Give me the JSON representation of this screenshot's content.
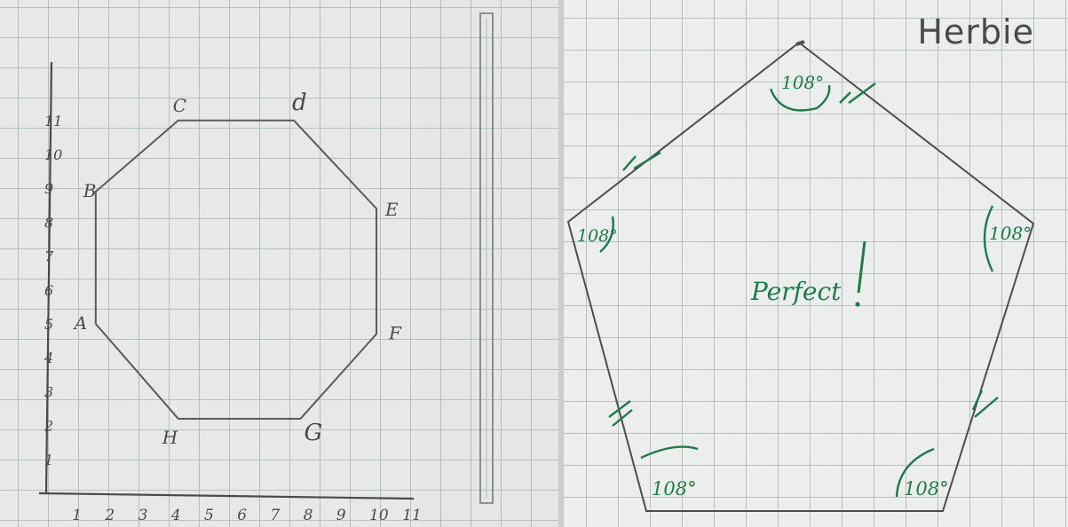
{
  "watermark": "Herbie",
  "left_page": {
    "y_ticks": [
      "1",
      "2",
      "3",
      "4",
      "5",
      "6",
      "7",
      "8",
      "9",
      "10",
      "11"
    ],
    "x_ticks": [
      "1",
      "2",
      "3",
      "4",
      "5",
      "6",
      "7",
      "8",
      "9",
      "10",
      "11"
    ],
    "points": [
      {
        "label": "A",
        "x": 1.5,
        "y": 5
      },
      {
        "label": "B",
        "x": 1.5,
        "y": 8.9
      },
      {
        "label": "C",
        "x": 4,
        "y": 11
      },
      {
        "label": "d",
        "x": 7.5,
        "y": 11
      },
      {
        "label": "E",
        "x": 10,
        "y": 8.4
      },
      {
        "label": "F",
        "x": 10,
        "y": 4.7
      },
      {
        "label": "G",
        "x": 7.7,
        "y": 2.2
      },
      {
        "label": "H",
        "x": 4,
        "y": 2.2
      }
    ]
  },
  "right_page": {
    "note": "Perfect",
    "angle_labels": [
      "108°",
      "108°",
      "108°",
      "108°",
      "108°"
    ]
  },
  "colors": {
    "paper": "#eceeed",
    "grid": "#a9b2b4",
    "pencil": "#5b5b5b",
    "ink": "#1f7a4a"
  }
}
